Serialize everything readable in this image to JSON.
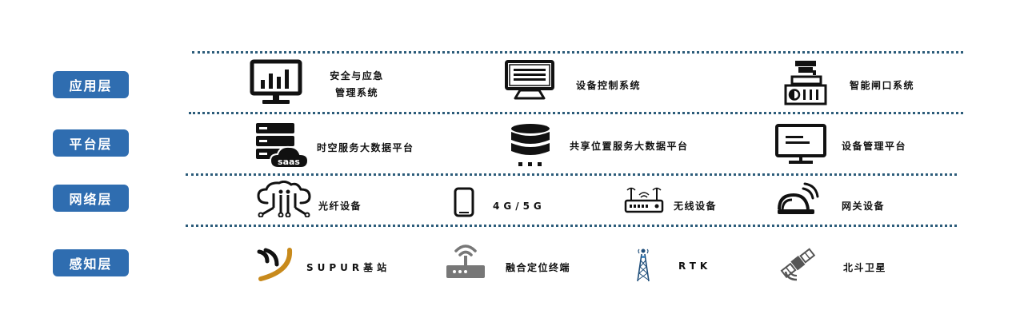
{
  "layers": [
    {
      "label": "应用层"
    },
    {
      "label": "平台层"
    },
    {
      "label": "网络层"
    },
    {
      "label": "感知层"
    }
  ],
  "application": {
    "items": [
      {
        "line1": "安全与应急",
        "line2": "管理系统",
        "icon": "monitor-chart-icon"
      },
      {
        "label": "设备控制系统",
        "icon": "computer-screen-icon"
      },
      {
        "label": "智能闸口系统",
        "icon": "gate-machine-icon"
      }
    ]
  },
  "platform": {
    "items": [
      {
        "label": "时空服务大数据平台",
        "icon": "saas-server-icon",
        "icon_text": "saas"
      },
      {
        "label": "共享位置服务大数据平台",
        "icon": "database-icon"
      },
      {
        "label": "设备管理平台",
        "icon": "monitor-icon"
      }
    ]
  },
  "network": {
    "items": [
      {
        "label": "光纤设备",
        "icon": "cloud-network-icon"
      },
      {
        "label": "4G/5G",
        "icon": "phone-icon"
      },
      {
        "label": "无线设备",
        "icon": "router-icon"
      },
      {
        "label": "网关设备",
        "icon": "gateway-icon"
      }
    ]
  },
  "perception": {
    "items": [
      {
        "label": "SUPUR基站",
        "icon": "supur-logo-icon"
      },
      {
        "label": "融合定位终端",
        "icon": "wireless-terminal-icon"
      },
      {
        "label": "RTK",
        "icon": "rtk-tower-icon"
      },
      {
        "label": "北斗卫星",
        "icon": "satellite-icon"
      }
    ]
  },
  "colors": {
    "accent": "#2f6db0",
    "divider": "#2c5c7a",
    "icon": "#111111"
  }
}
